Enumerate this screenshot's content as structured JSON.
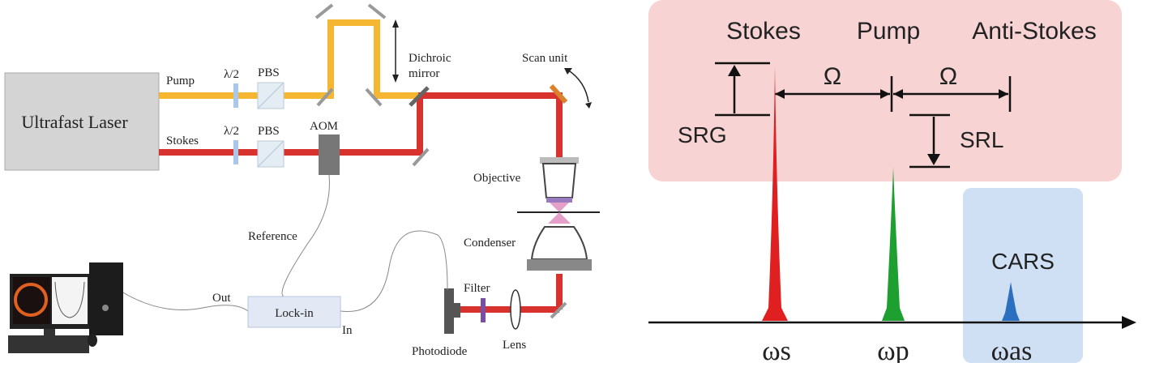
{
  "setup": {
    "laser_label": "Ultrafast Laser",
    "pump_label": "Pump",
    "stokes_label": "Stokes",
    "halfwave_pump": "λ/2",
    "halfwave_stokes": "λ/2",
    "pbs_pump": "PBS",
    "pbs_stokes": "PBS",
    "aom_label": "AOM",
    "dichroic_line1": "Dichroic",
    "dichroic_line2": "mirror",
    "scan_unit_label": "Scan unit",
    "objective_label": "Objective",
    "condenser_label": "Condenser",
    "reference_label": "Reference",
    "lockin_label": "Lock-in",
    "out_label": "Out",
    "in_label": "In",
    "filter_label": "Filter",
    "lens_label": "Lens",
    "photodiode_label": "Photodiode"
  },
  "spectrum": {
    "stokes_label": "Stokes",
    "pump_label": "Pump",
    "antistokes_label": "Anti-Stokes",
    "omega_left": "Ω",
    "omega_right": "Ω",
    "srg_label": "SRG",
    "srl_label": "SRL",
    "cars_label": "CARS",
    "omega_s": "ωs",
    "omega_p": "ωp",
    "omega_as": "ωas",
    "colors": {
      "stokes": "#e02020",
      "pump": "#1ea030",
      "cars": "#2a6fc0",
      "top_panel": "#f8d3d3",
      "cars_panel": "#cfe0f4"
    }
  }
}
